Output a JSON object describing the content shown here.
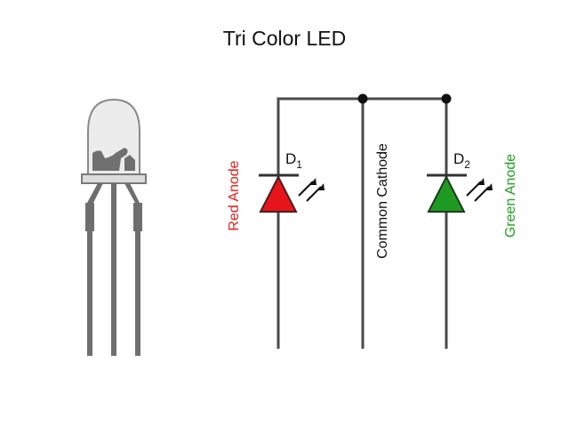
{
  "title": "Tri Color LED",
  "diodes": [
    {
      "id": "D",
      "sub": "1",
      "fill": "#e8141b",
      "label": "Red Anode",
      "label_color": "#e02020"
    },
    {
      "id": "D",
      "sub": "2",
      "fill": "#1e9a22",
      "label": "Green Anode",
      "label_color": "#22a022"
    }
  ],
  "common": {
    "label": "Common Cathode",
    "label_color": "#111111"
  },
  "colors": {
    "wire": "#4a4a4a",
    "led_body": "#e4e4e4",
    "led_pins": "#6e6e6e"
  }
}
